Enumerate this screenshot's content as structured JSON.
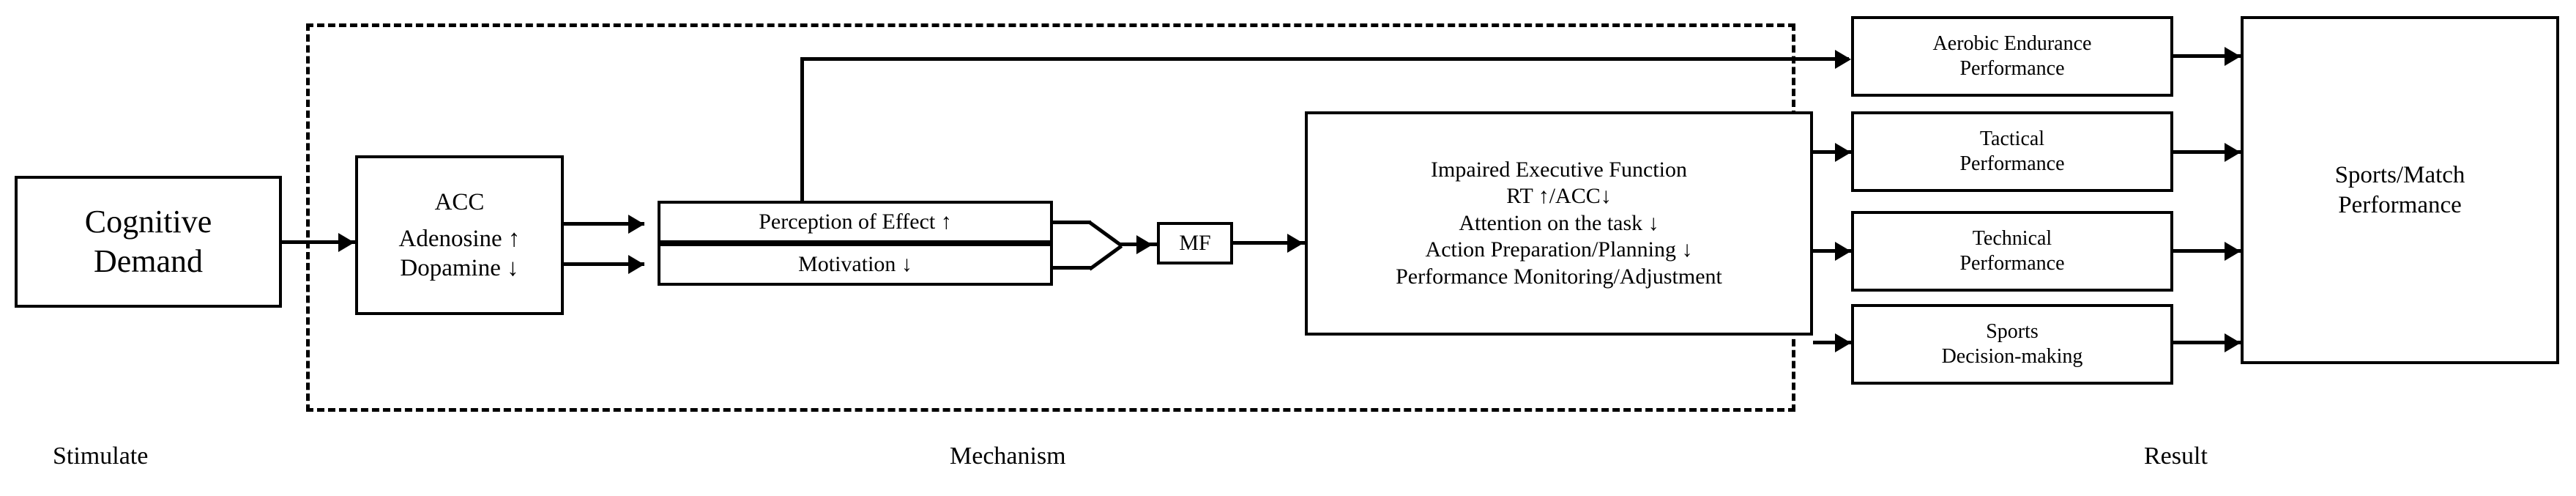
{
  "diagram": {
    "title_sections": [
      {
        "key": "stimulate",
        "label": "Stimulate"
      },
      {
        "key": "mechanism",
        "label": "Mechanism"
      },
      {
        "key": "result",
        "label": "Result"
      }
    ],
    "colors": {
      "stroke": "#000000",
      "background": "#ffffff",
      "text": "#000000"
    },
    "stimulate": {
      "cognitive_demand": {
        "line1": "Cognitive",
        "line2": "Demand"
      }
    },
    "mechanism": {
      "acc": {
        "line1": "ACC",
        "line2": "Adenosine ↑",
        "line3": "Dopamine ↓"
      },
      "perception_of_effect": "Perception of Effect  ↑",
      "motivation": "Motivation   ↓",
      "mf": "MF",
      "impaired_executive_function": {
        "line1": "Impaired Executive Function",
        "line2": "RT ↑/ACC↓",
        "line3": "Attention on the task  ↓",
        "line4": "Action Preparation/Planning  ↓",
        "line5": "Performance Monitoring/Adjustment"
      }
    },
    "result": {
      "outcomes": [
        {
          "line1": "Aerobic Endurance",
          "line2": "Performance"
        },
        {
          "line1": "Tactical",
          "line2": "Performance"
        },
        {
          "line1": "Technical",
          "line2": "Performance"
        },
        {
          "line1": "Sports",
          "line2": "Decision-making"
        }
      ],
      "final": {
        "line1": "Sports/Match",
        "line2": "Performance"
      }
    }
  }
}
